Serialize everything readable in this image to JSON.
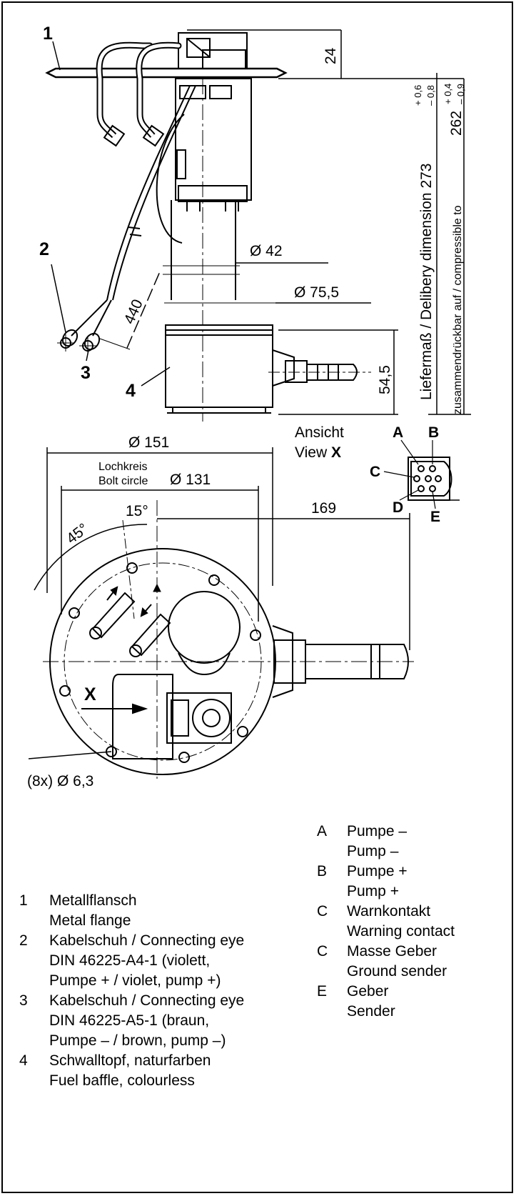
{
  "colors": {
    "ink": "#000000",
    "paper": "#ffffff"
  },
  "callouts": {
    "c1": "1",
    "c2": "2",
    "c3": "3",
    "c4": "4"
  },
  "dimensions": {
    "height_top": "24",
    "cable_length": "440",
    "dia_tube": "Ø 42",
    "dia_baffle": "Ø 75,5",
    "baffle_height": "54,5",
    "delivery_dimension": "Liefermaß / Delibery dimension 273",
    "delivery_tol_upper": "+ 0,6",
    "delivery_tol_lower": "– 0,8",
    "compressible": "zusammendrückbar auf / compressible to",
    "compressible_value": "262",
    "compressible_tol_upper": "+ 0,4",
    "compressible_tol_lower": "– 0,9",
    "dia_flange": "Ø 151",
    "bolt_circle_de": "Lochkreis",
    "bolt_circle_en": "Bolt circle",
    "bolt_circle_dia": "Ø 131",
    "angle_15": "15°",
    "angle_45": "45°",
    "offset_169": "169",
    "holes": "(8x) Ø 6,3",
    "view_marker": "X"
  },
  "view": {
    "line1": "Ansicht",
    "line2_prefix": "View ",
    "line2_bold": "X"
  },
  "connector": {
    "a": "A",
    "b": "B",
    "c": "C",
    "d": "D",
    "e": "E"
  },
  "legend_left": [
    {
      "key": "1",
      "lines": [
        "Metallflansch",
        "Metal flange"
      ]
    },
    {
      "key": "2",
      "lines": [
        "Kabelschuh / Connecting eye",
        "DIN 46225-A4-1 (violett,",
        "Pumpe + / violet, pump +)"
      ]
    },
    {
      "key": "3",
      "lines": [
        "Kabelschuh / Connecting eye",
        "DIN 46225-A5-1 (braun,",
        "Pumpe – / brown, pump –)"
      ]
    },
    {
      "key": "4",
      "lines": [
        "Schwalltopf, naturfarben",
        "Fuel baffle, colourless"
      ]
    }
  ],
  "legend_right": [
    {
      "key": "A",
      "lines": [
        "Pumpe –",
        "Pump –"
      ]
    },
    {
      "key": "B",
      "lines": [
        "Pumpe +",
        "Pump +"
      ]
    },
    {
      "key": "C",
      "lines": [
        "Warnkontakt",
        "Warning contact"
      ]
    },
    {
      "key": "C",
      "lines": [
        "Masse Geber",
        "Ground sender"
      ]
    },
    {
      "key": "E",
      "lines": [
        "Geber",
        "Sender"
      ]
    }
  ]
}
